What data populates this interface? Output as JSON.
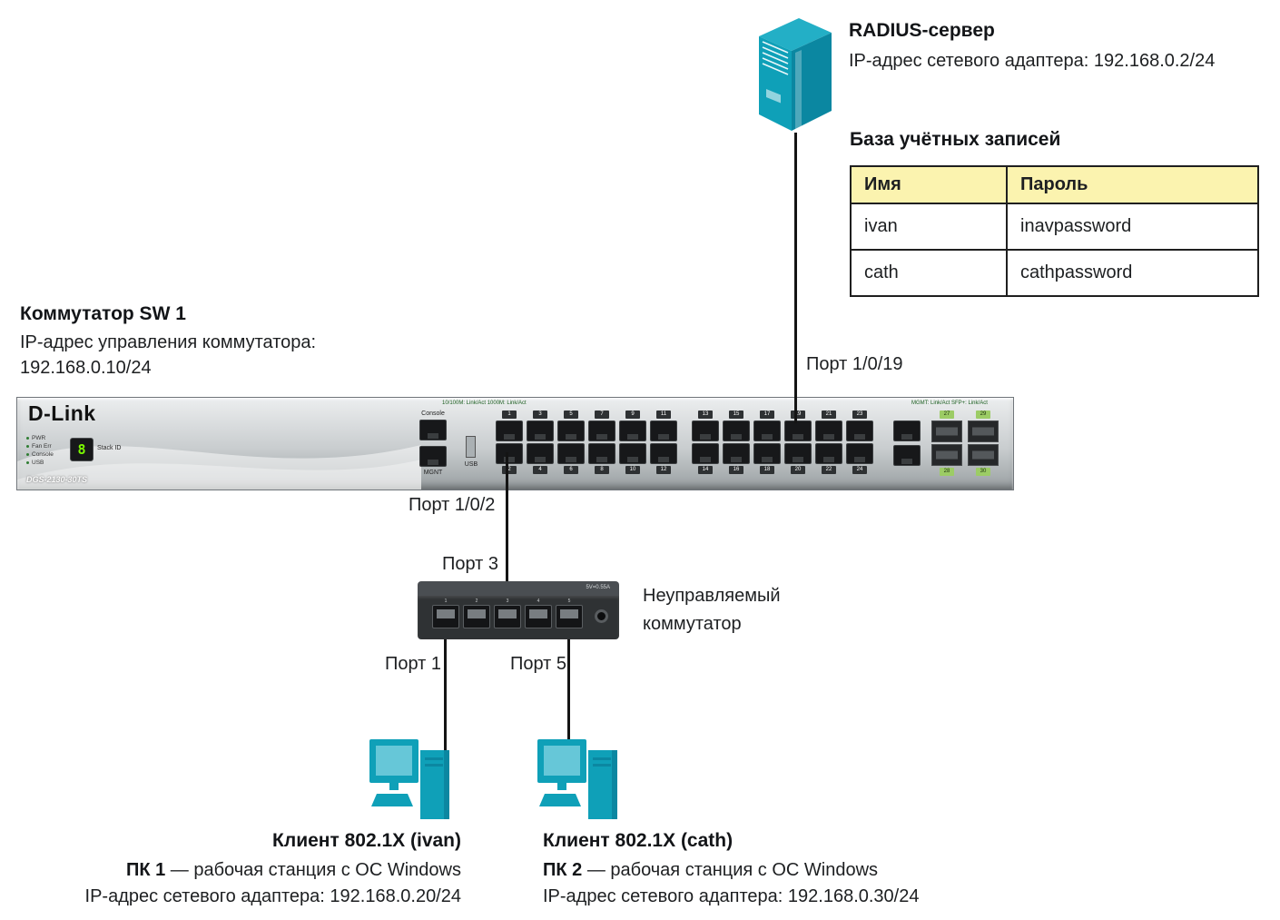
{
  "radius_server": {
    "title": "RADIUS-сервер",
    "ip_line": "IP-адрес сетевого адаптера: 192.168.0.2/24"
  },
  "accounts": {
    "title": "База учётных записей",
    "headers": [
      "Имя",
      "Пароль"
    ],
    "rows": [
      [
        "ivan",
        "inavpassword"
      ],
      [
        "cath",
        "cathpassword"
      ]
    ]
  },
  "sw1": {
    "title": "Коммутатор SW 1",
    "subtitle": "IP-адрес управления коммутатора:",
    "ip": "192.168.0.10/24",
    "brand": "D-Link",
    "model": "DGS-2130-30TS",
    "stack_label": "Stack ID",
    "stack_value": "8",
    "led_labels": [
      "PWR",
      "Fan Err",
      "Console",
      "USB"
    ],
    "console_label": "Console",
    "mgmt_label": "MGNT",
    "usb_label": "USB",
    "legend_left": "10/100M: Link/Act   1000M: Link/Act",
    "legend_right": "MGMT: Link/Act   SFP+: Link/Act",
    "ports_top": [
      "1",
      "3",
      "5",
      "7",
      "9",
      "11",
      "13",
      "15",
      "17",
      "19",
      "21",
      "23"
    ],
    "ports_bottom": [
      "2",
      "4",
      "6",
      "8",
      "10",
      "12",
      "14",
      "16",
      "18",
      "20",
      "22",
      "24"
    ],
    "sfp_top": [
      "27",
      "29"
    ],
    "sfp_bottom": [
      "28",
      "30"
    ]
  },
  "unmanaged": {
    "label": "Неуправляемый\nкоммутатор",
    "power_label": "5V=0.55A",
    "port_labels": [
      "1",
      "2",
      "3",
      "4",
      "5"
    ]
  },
  "port_labels": {
    "to_radius": "Порт 1/0/19",
    "sw1_down": "Порт 1/0/2",
    "unm_up": "Порт 3",
    "unm_p1": "Порт 1",
    "unm_p5": "Порт 5"
  },
  "client1": {
    "title": "Клиент 802.1X (ivan)",
    "pc_bold": "ПК 1",
    "pc_rest": " — рабочая станция с ОС Windows",
    "ip_line": "IP-адрес сетевого адаптера: 192.168.0.20/24"
  },
  "client2": {
    "title": "Клиент 802.1X (cath)",
    "pc_bold": "ПК 2",
    "pc_rest": " — рабочая станция с ОС Windows",
    "ip_line": "IP-адрес сетевого адаптера: 192.168.0.30/24"
  },
  "colors": {
    "accent_teal": "#0FA0B8",
    "accent_teal_dark": "#0B87A1",
    "accent_teal_light": "#23AFC6",
    "table_header_bg": "#FBF3AF",
    "line_color": "#141414"
  }
}
